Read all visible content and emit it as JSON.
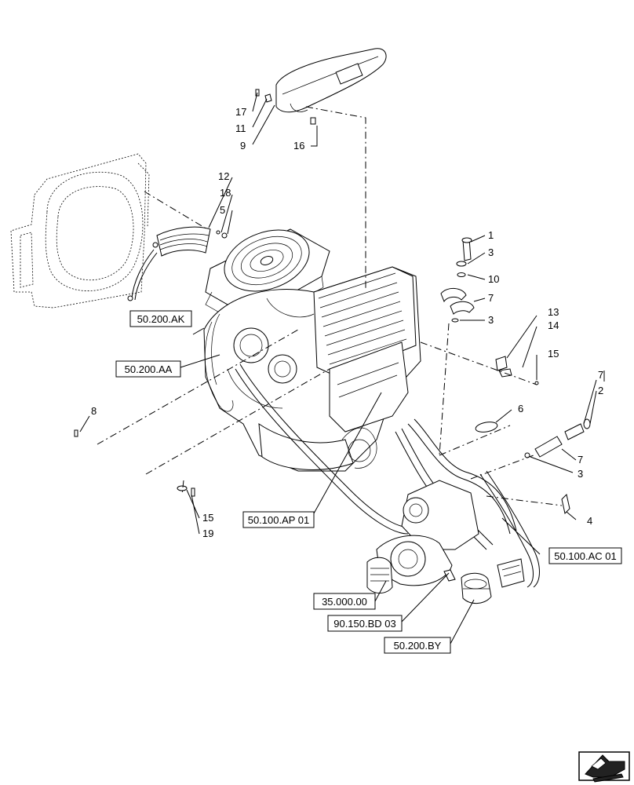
{
  "callouts": {
    "c1": "1",
    "c2": "2",
    "c3a": "3",
    "c3b": "3",
    "c3c": "3",
    "c4": "4",
    "c5": "5",
    "c6": "6",
    "c7a": "7",
    "c7b": "7",
    "c7c": "7",
    "c8": "8",
    "c9": "9",
    "c10": "10",
    "c11": "11",
    "c12": "12",
    "c13": "13",
    "c14": "14",
    "c15a": "15",
    "c15b": "15",
    "c16": "16",
    "c17": "17",
    "c18": "18",
    "c19": "19"
  },
  "references": {
    "r50200ak": "50.200.AK",
    "r50200aa": "50.200.AA",
    "r50100ap": "50.100.AP 01",
    "r50100ac": "50.100.AC 01",
    "r35000": "35.000.00",
    "r90150": "90.150.BD 03",
    "r50200by": "50.200.BY"
  },
  "icons": {
    "corner": "next-page-arrow-icon"
  }
}
